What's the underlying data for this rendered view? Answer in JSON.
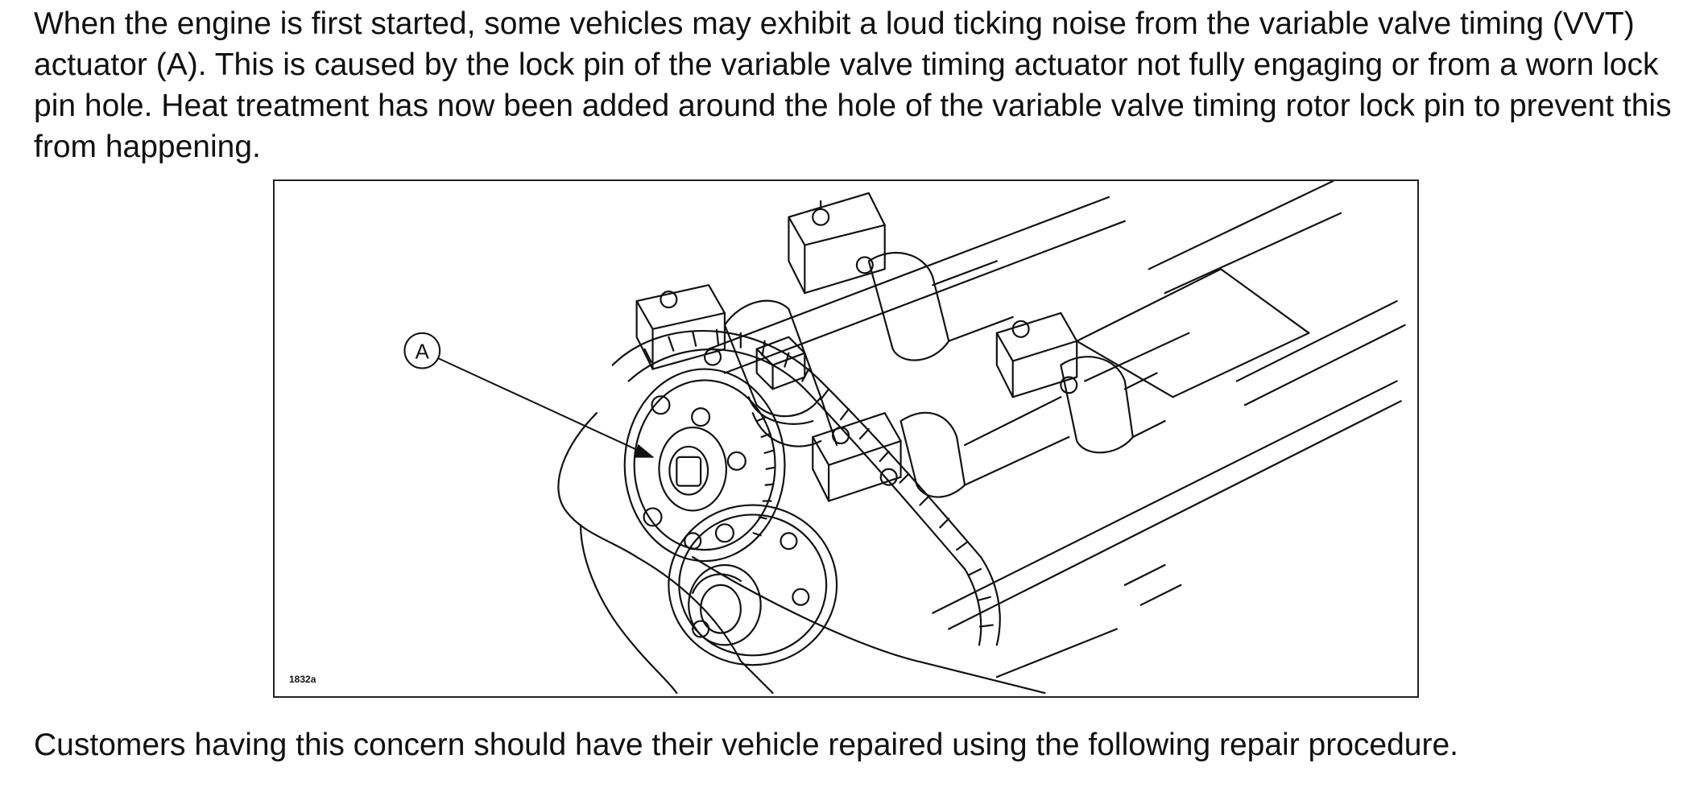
{
  "document": {
    "intro_text": "When the engine is first started, some vehicles may exhibit a loud ticking noise from the variable valve timing (VVT) actuator (A). This is caused by the lock pin of the variable valve timing actuator not fully engaging or from a worn lock pin hole. Heat treatment has now been added around the hole of the variable valve timing rotor lock pin to prevent this from happening.",
    "figure": {
      "callout_label": "A",
      "figure_code": "1832a"
    },
    "closing_text": "Customers having this concern should have their vehicle repaired using the following repair procedure."
  }
}
